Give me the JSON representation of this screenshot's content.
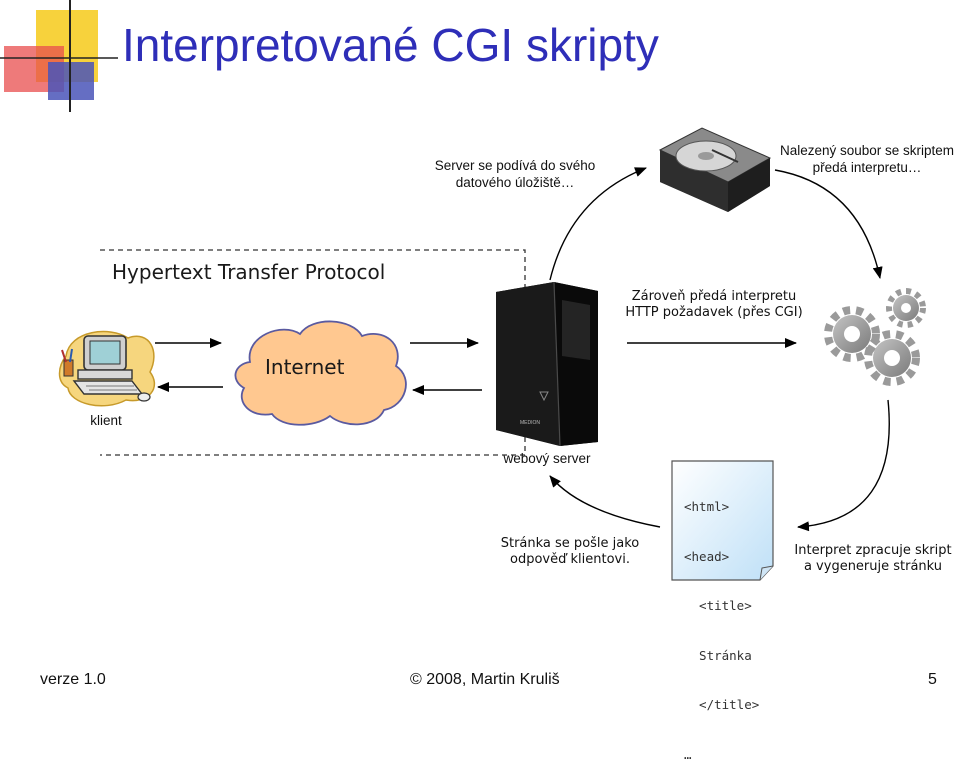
{
  "slide": {
    "title": "Interpretované CGI skripty",
    "http_label": "Hypertext Transfer Protocol",
    "internet_label": "Internet",
    "client_label": "klient",
    "server_label": "webový server",
    "note_storage": [
      "Server se podívá do svého",
      "datového úložiště…"
    ],
    "note_found": [
      "Nalezený soubor se skriptem",
      "předá interpretu…"
    ],
    "note_http": [
      "Zároveň předá interpretu",
      "HTTP požadavek (přes CGI)"
    ],
    "note_response": [
      "Stránka se pošle jako",
      "odpověď klientovi."
    ],
    "note_interpret": [
      "Interpret zpracuje skript",
      "a vygeneruje stránku"
    ],
    "code_lines": [
      "<html>",
      "<head>",
      "  <title>",
      "  Stránka",
      "  </title>",
      "…"
    ],
    "server_brand": "MEDION"
  },
  "footer": {
    "version": "verze 1.0",
    "copyright": "© 2008, Martin Kruliš",
    "page": "5"
  },
  "colors": {
    "title": "#2e2eb8",
    "cloud_fill": "#ffc890",
    "cloud_stroke": "#5a5aa0",
    "doc_fill": "#e2f0fb",
    "deco_yellow": "#f7d23c",
    "deco_red": "#e84d4d",
    "deco_blue": "#4a55b8"
  }
}
